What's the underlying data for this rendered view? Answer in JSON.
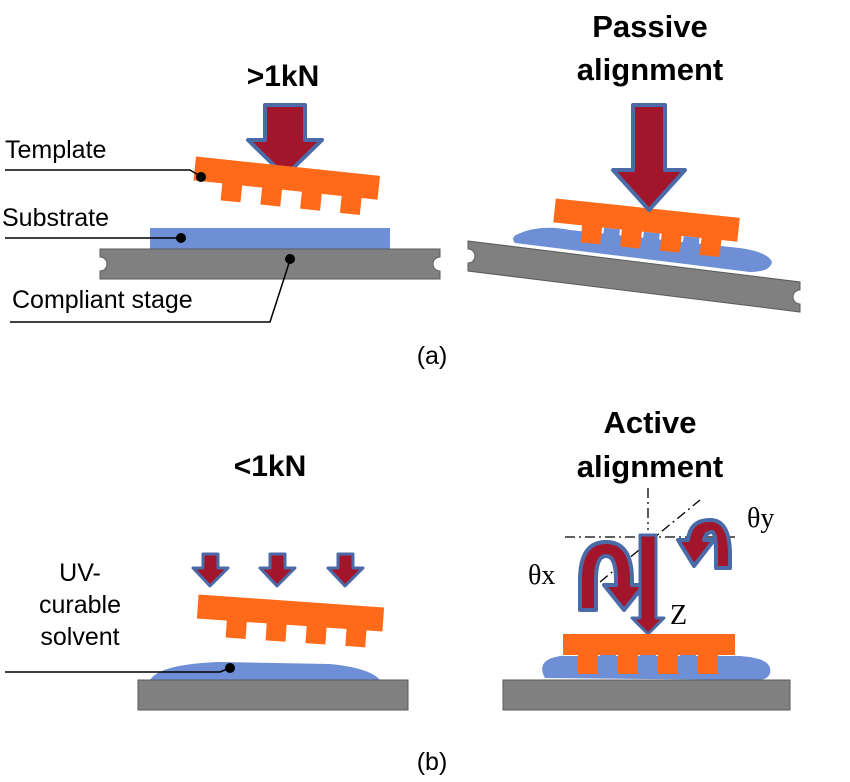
{
  "panel_a": {
    "caption": "(a)",
    "left": {
      "force_label": ">1kN",
      "labels": {
        "template": "Template",
        "substrate": "Substrate",
        "stage": "Compliant stage"
      }
    },
    "right": {
      "title_line1": "Passive",
      "title_line2": "alignment"
    }
  },
  "panel_b": {
    "caption": "(b)",
    "left": {
      "force_label": "<1kN",
      "solvent_line1": "UV-",
      "solvent_line2": "curable",
      "solvent_line3": "solvent"
    },
    "right": {
      "title_line1": "Active",
      "title_line2": "alignment",
      "theta_x": "θx",
      "theta_y": "θy",
      "z_label": "Z"
    }
  },
  "colors": {
    "template": "#ff6a1a",
    "substrate": "#6e8fd6",
    "stage": "#808080",
    "arrow_fill": "#a3152a",
    "arrow_stroke": "#4a6aa8"
  }
}
